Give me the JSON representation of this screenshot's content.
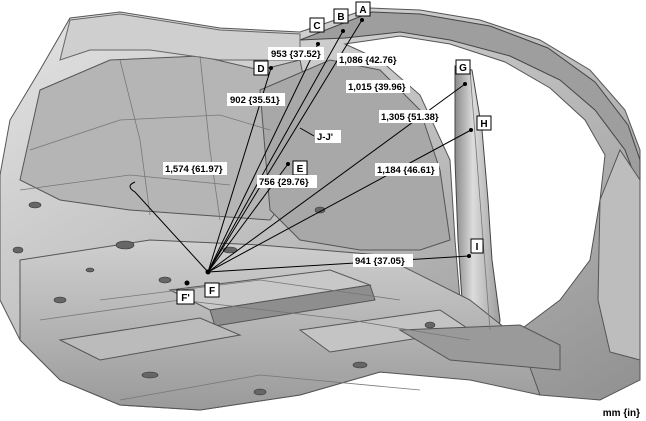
{
  "points": {
    "A": "A",
    "B": "B",
    "C": "C",
    "D": "D",
    "E": "E",
    "F": "F",
    "F_prime": "F'",
    "G": "G",
    "H": "H",
    "I": "I"
  },
  "section_label": "J-J'",
  "dimensions": {
    "FA": "1,015 {39.96}",
    "FB": "1,086 {42.76}",
    "FC": "953 {37.52}",
    "FD": "902 {35.51}",
    "FE": "756 {29.76}",
    "FG": "1,305 {51.38}",
    "FH": "1,184 {46.61}",
    "FI": "941 {37.05}",
    "FJ": "1,574 {61.97}"
  },
  "unit_note": "mm {in}",
  "colors": {
    "body_light": "#d8d8d8",
    "body_mid": "#a9a9a9",
    "body_dark": "#5e5e5e",
    "line": "#000000"
  }
}
